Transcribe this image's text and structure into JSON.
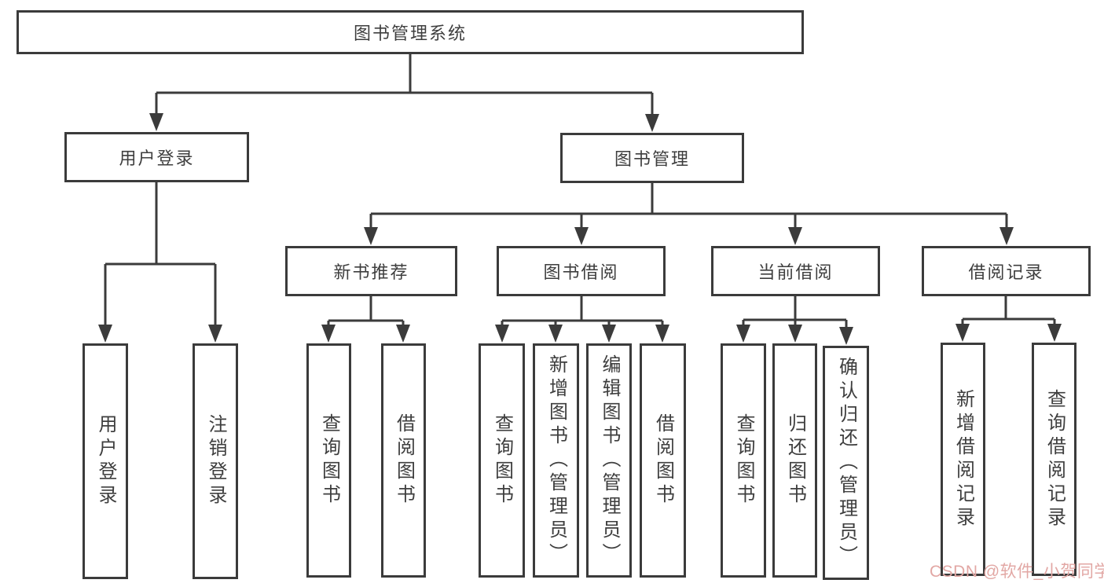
{
  "diagram": {
    "root": {
      "label": "图书管理系统"
    },
    "login": {
      "label": "用户登录",
      "children": [
        {
          "label": "用户登录"
        },
        {
          "label": "注销登录"
        }
      ]
    },
    "management": {
      "label": "图书管理",
      "groups": [
        {
          "label": "新书推荐",
          "children": [
            {
              "label": "查询图书"
            },
            {
              "label": "借阅图书"
            }
          ]
        },
        {
          "label": "图书借阅",
          "children": [
            {
              "label": "查询图书"
            },
            {
              "label": "新增图书（管理员）"
            },
            {
              "label": "编辑图书（管理员）"
            },
            {
              "label": "借阅图书"
            }
          ]
        },
        {
          "label": "当前借阅",
          "children": [
            {
              "label": "查询图书"
            },
            {
              "label": "归还图书"
            },
            {
              "label": "确认归还（管理员）"
            }
          ]
        },
        {
          "label": "借阅记录",
          "children": [
            {
              "label": "新增借阅记录"
            },
            {
              "label": "查询借阅记录"
            }
          ]
        }
      ]
    }
  },
  "watermark": {
    "text": "CSDN @软件_小贺同学",
    "color": "#e2a7a4"
  },
  "style": {
    "line_color": "#3b3b3b",
    "text_color": "#3e3e3e",
    "background": "#ffffff"
  }
}
